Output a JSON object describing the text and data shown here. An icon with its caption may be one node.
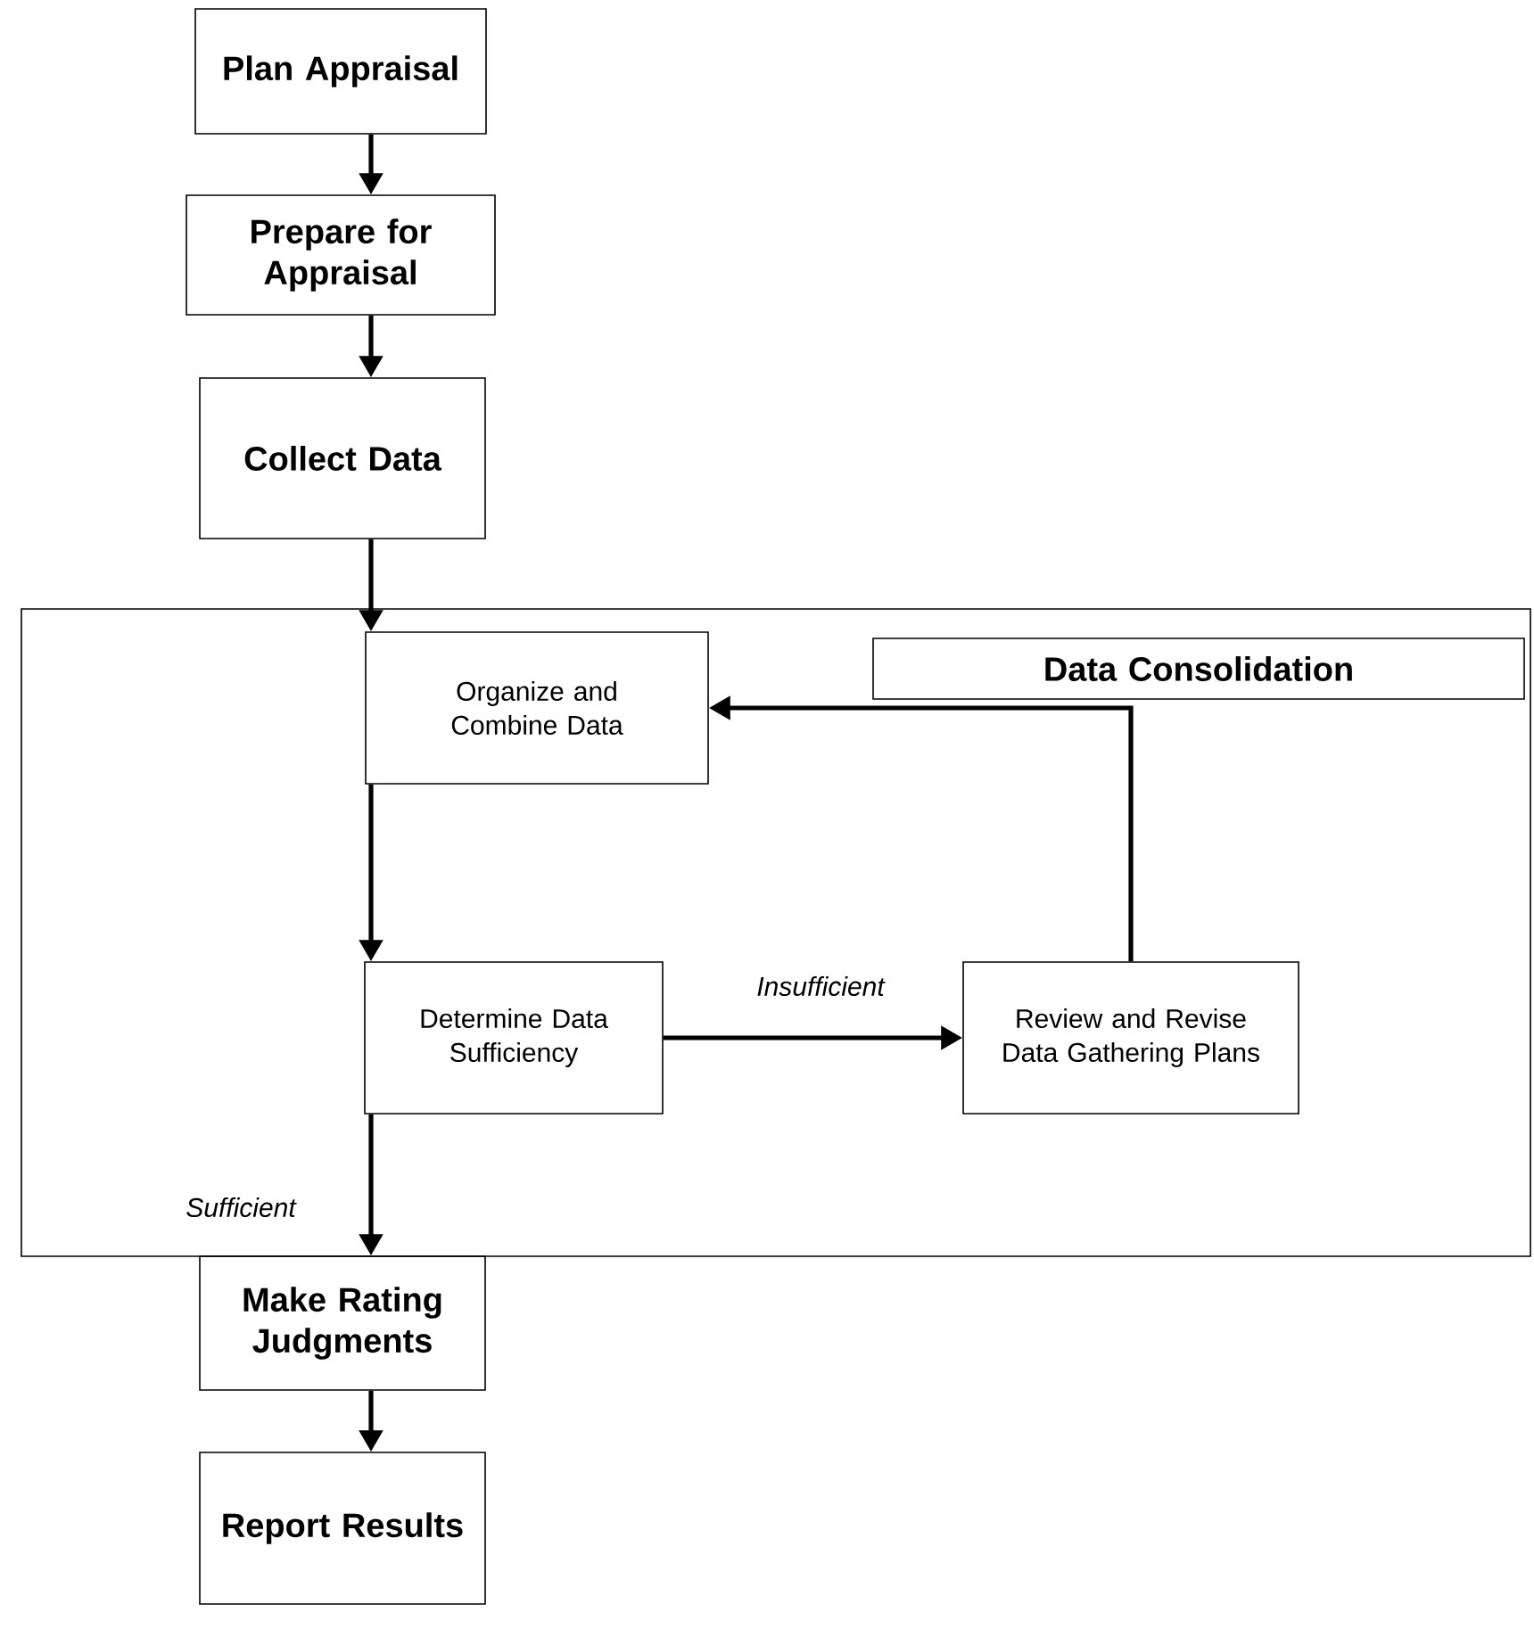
{
  "diagram": {
    "nodes": [
      {
        "text": [
          "Plan Appraisal"
        ]
      },
      {
        "text": [
          "Prepare for Appraisal"
        ]
      },
      {
        "text": [
          "Collect Data"
        ]
      },
      {
        "text": [
          "Data Consolidation"
        ]
      },
      {
        "text": [
          "Organize and Combine Data"
        ],
        "in": 3
      },
      {
        "text": [
          "Determine Data Sufficiency"
        ],
        "in": 3
      },
      {
        "text": [
          "Review and Revise Data Gathering Plans"
        ],
        "in": 3
      },
      {
        "text": [
          "Make Rating Judgments"
        ]
      },
      {
        "text": [
          "Report Results"
        ]
      }
    ],
    "edges": [
      {
        "from": 0,
        "to": 1,
        "arrow": "to"
      },
      {
        "from": 1,
        "to": 2,
        "arrow": "to"
      },
      {
        "from": 2,
        "to": 4,
        "arrow": "to"
      },
      {
        "from": 4,
        "to": 5,
        "arrow": "to"
      },
      {
        "from": 5,
        "to": 6,
        "arrow": "to",
        "label": "Insufficient"
      },
      {
        "from": 6,
        "to": 4,
        "arrow": "to"
      },
      {
        "from": 5,
        "to": 7,
        "arrow": "to",
        "label": "Sufficient"
      },
      {
        "from": 7,
        "to": 8,
        "arrow": "to"
      }
    ]
  }
}
